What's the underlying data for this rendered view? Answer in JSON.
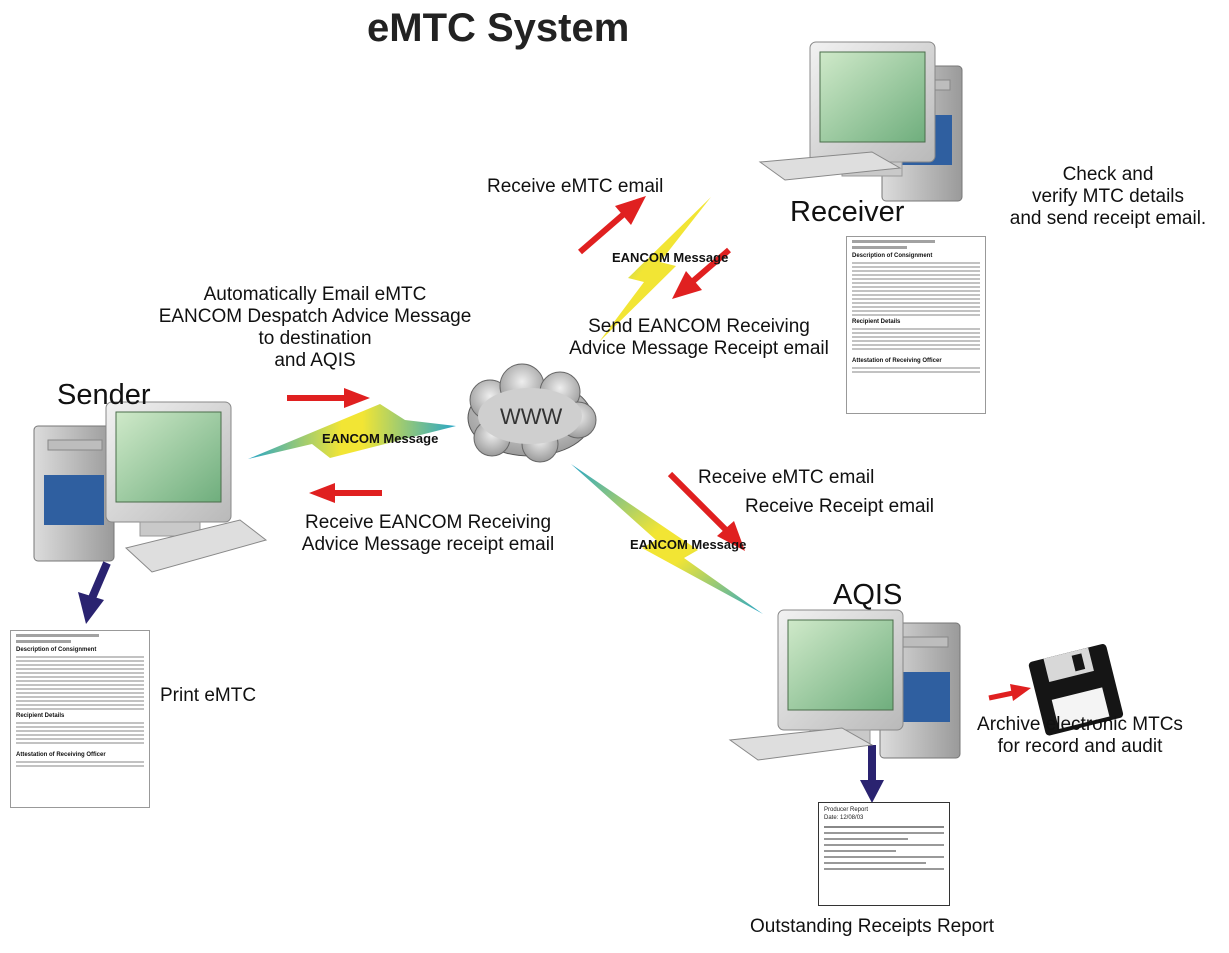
{
  "title": "eMTC System",
  "nodes": {
    "sender": "Sender",
    "receiver": "Receiver",
    "aqis": "AQIS",
    "cloud": "WWW"
  },
  "message_label": "EANCOM Message",
  "annotations": {
    "auto_email": [
      "Automatically Email eMTC",
      "EANCOM Despatch Advice Message",
      "to destination",
      "and AQIS"
    ],
    "receive_receiving": [
      "Receive EANCOM Receiving",
      "Advice Message receipt email"
    ],
    "receive_emtc_top": "Receive eMTC email",
    "send_receiving": [
      "Send EANCOM Receiving",
      "Advice Message Receipt email"
    ],
    "check_verify": [
      "Check and",
      "verify MTC details",
      "and send receipt email."
    ],
    "receive_emtc_aqis": "Receive eMTC email",
    "receive_receipt": "Receive Receipt email",
    "print": "Print eMTC",
    "archive": [
      "Archive electronic MTCs",
      "for record and audit"
    ],
    "outstanding": "Outstanding Receipts Report"
  },
  "documents": {
    "sections": [
      "Description of Consignment",
      "Recipient Details",
      "Attestation of Receiving Officer"
    ]
  },
  "report": {
    "lines": [
      "Producer Report",
      "Date: 12/08/03"
    ]
  },
  "colors": {
    "red_arrow": "#e02020",
    "navy_arrow": "#2a2370",
    "bolt_cyan": "#27a6c8",
    "bolt_yellow": "#f2e534"
  }
}
